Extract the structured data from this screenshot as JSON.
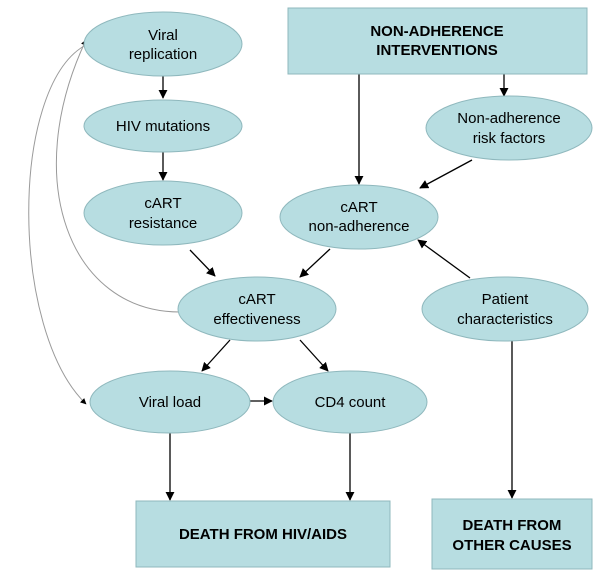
{
  "colors": {
    "node_fill": "#b7dde1",
    "node_stroke": "#8fb8bd",
    "edge": "#000000",
    "feedback_edge": "#9a9a9a"
  },
  "nodes": {
    "viral_replication": {
      "line1": "Viral",
      "line2": "replication"
    },
    "hiv_mutations": {
      "line1": "HIV mutations"
    },
    "cart_resistance": {
      "line1": "cART",
      "line2": "resistance"
    },
    "cart_non_adherence": {
      "line1": "cART",
      "line2": "non-adherence"
    },
    "non_adherence_risk_factors": {
      "line1": "Non-adherence",
      "line2": "risk factors"
    },
    "cart_effectiveness": {
      "line1": "cART",
      "line2": "effectiveness"
    },
    "patient_characteristics": {
      "line1": "Patient",
      "line2": "characteristics"
    },
    "viral_load": {
      "line1": "Viral load"
    },
    "cd4_count": {
      "line1": "CD4 count"
    }
  },
  "boxes": {
    "non_adherence_interventions": {
      "line1": "NON-ADHERENCE",
      "line2": "INTERVENTIONS"
    },
    "death_hiv": {
      "line1": "DEATH FROM HIV/AIDS"
    },
    "death_other": {
      "line1": "DEATH FROM",
      "line2": "OTHER CAUSES"
    }
  },
  "edges": [
    {
      "from": "viral_replication",
      "to": "hiv_mutations"
    },
    {
      "from": "hiv_mutations",
      "to": "cart_resistance"
    },
    {
      "from": "cart_resistance",
      "to": "cart_effectiveness"
    },
    {
      "from": "non_adherence_interventions",
      "to": "cart_non_adherence"
    },
    {
      "from": "non_adherence_interventions",
      "to": "non_adherence_risk_factors"
    },
    {
      "from": "non_adherence_risk_factors",
      "to": "cart_non_adherence"
    },
    {
      "from": "cart_non_adherence",
      "to": "cart_effectiveness"
    },
    {
      "from": "patient_characteristics",
      "to": "cart_non_adherence"
    },
    {
      "from": "cart_effectiveness",
      "to": "viral_load"
    },
    {
      "from": "cart_effectiveness",
      "to": "cd4_count"
    },
    {
      "from": "viral_load",
      "to": "cd4_count"
    },
    {
      "from": "viral_load",
      "to": "death_hiv"
    },
    {
      "from": "cd4_count",
      "to": "death_hiv"
    },
    {
      "from": "patient_characteristics",
      "to": "death_other"
    },
    {
      "from": "cart_effectiveness",
      "to": "viral_replication"
    },
    {
      "from": "viral_replication",
      "to": "viral_load"
    }
  ]
}
